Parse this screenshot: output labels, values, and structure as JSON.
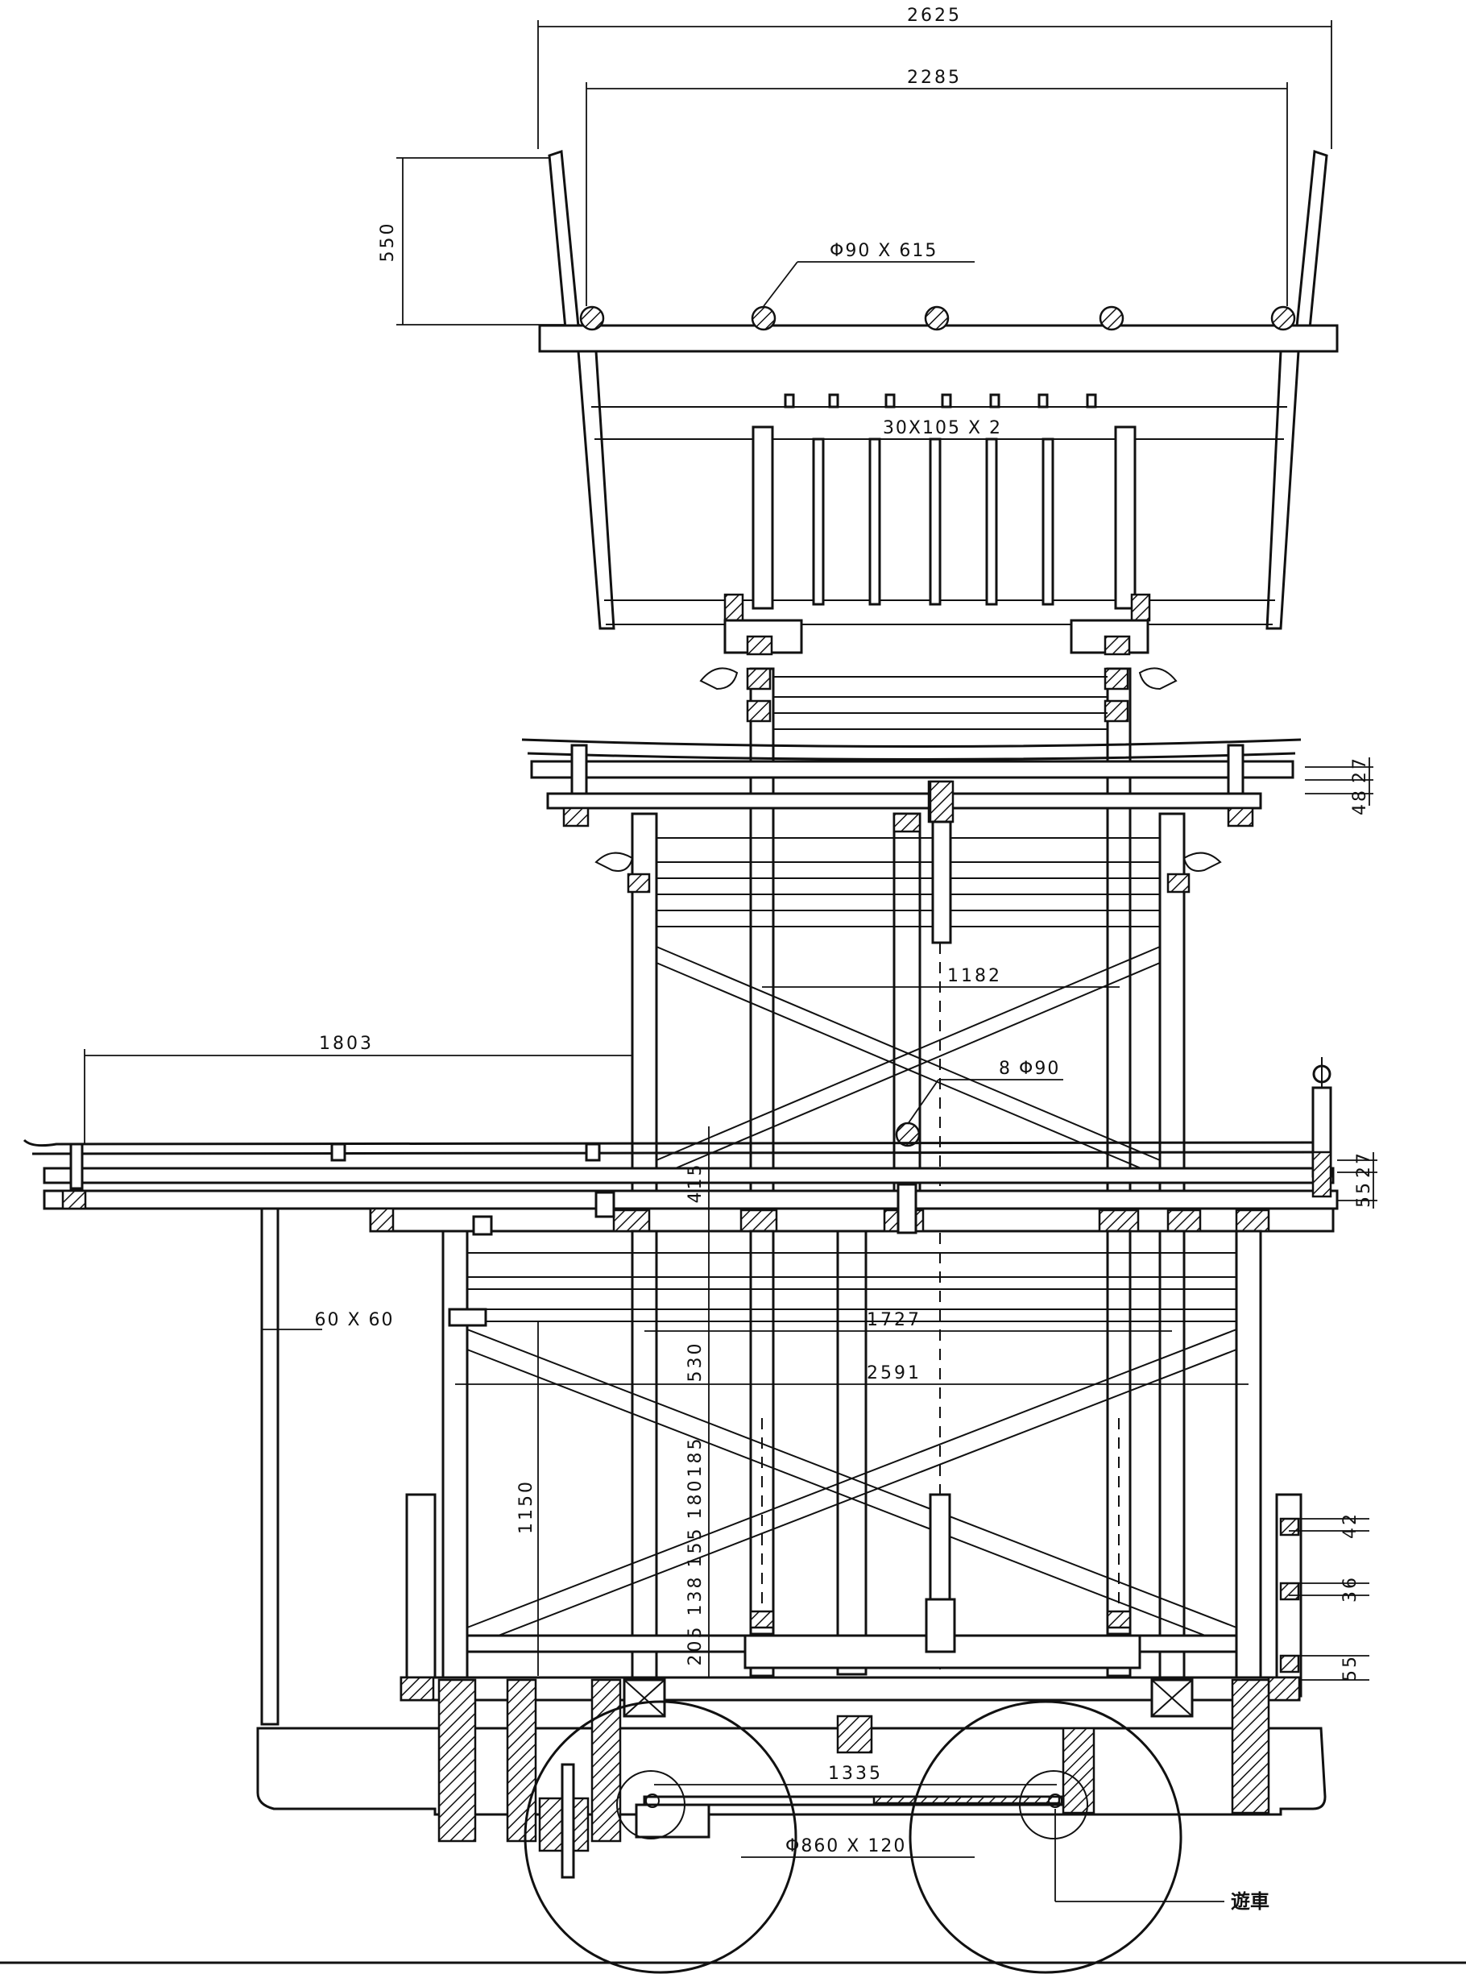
{
  "drawing": {
    "dimensions": {
      "overall_width_top": "2625",
      "inner_width_top": "2285",
      "roof_height": "550",
      "side_extension": "1803",
      "upper_span": "1182",
      "lower_span_inner": "1727",
      "lower_span_outer": "2591",
      "post_height": "1150",
      "wheel_base": "1335",
      "rail_upper_a": "27",
      "rail_upper_b": "48",
      "rail_lower_a": "27",
      "rail_lower_b": "55",
      "side_a": "42",
      "side_b": "36",
      "side_c": "55",
      "column_segments": [
        "415",
        "530",
        "185",
        "180",
        "155",
        "138",
        "205"
      ]
    },
    "annotations": {
      "roof_pole": "Φ90 X 615",
      "rafter_spec": "30X105 X 2",
      "mid_pole_count": "8",
      "mid_pole_dia": "Φ90",
      "stay_size": "60 X 60",
      "wheel_spec": "Φ860 X 120",
      "wheel_label": "遊車"
    }
  }
}
